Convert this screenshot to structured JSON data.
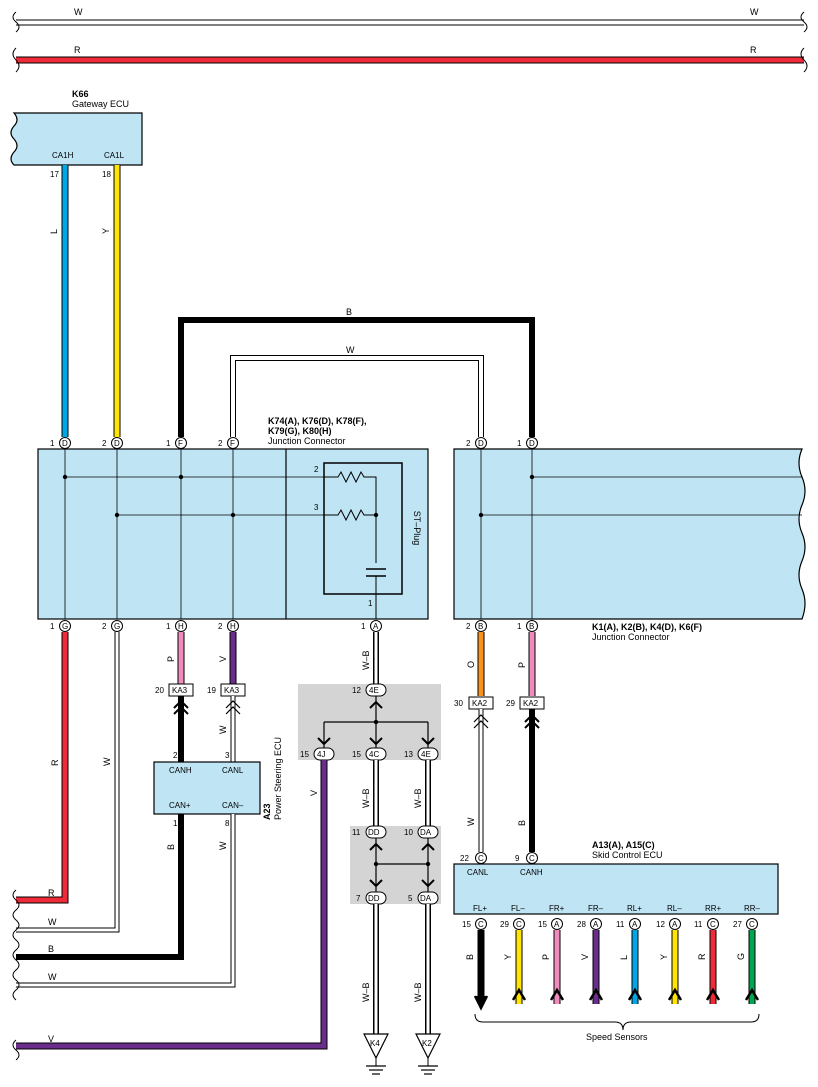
{
  "colors": {
    "ecu_fill": "#bfe5f5",
    "B": "#000000",
    "W": "#ffffff",
    "R": "#ef2b3a",
    "L": "#00a7e7",
    "Y": "#ffe500",
    "P": "#f08cbc",
    "V": "#6b2d8c",
    "G": "#00a651",
    "O": "#f7941d",
    "shade": "#d4d4d4"
  },
  "bus": {
    "top_color": "W",
    "red_color": "R"
  },
  "gateway": {
    "id": "K66",
    "name": "Gateway ECU",
    "pin1_label": "CA1H",
    "pin2_label": "CA1L",
    "pin1_no": "17",
    "pin2_no": "18",
    "wire1": "L",
    "wire2": "Y"
  },
  "jc_left": {
    "id_line1": "K74(A), K76(D), K78(F),",
    "id_line2": "K79(G), K80(H)",
    "name": "Junction Connector",
    "stplug": "ST–Plug",
    "top_pins": [
      {
        "no": "1",
        "c": "D"
      },
      {
        "no": "2",
        "c": "D"
      },
      {
        "no": "1",
        "c": "F"
      },
      {
        "no": "2",
        "c": "F"
      }
    ],
    "bottom_pins": [
      {
        "no": "1",
        "c": "G"
      },
      {
        "no": "2",
        "c": "G"
      },
      {
        "no": "1",
        "c": "H"
      },
      {
        "no": "2",
        "c": "H"
      },
      {
        "no": "1",
        "c": "A"
      }
    ],
    "res_pins": [
      "2",
      "3",
      "1"
    ]
  },
  "top_wires": {
    "b": "B",
    "w": "W"
  },
  "jc_right": {
    "id": "K1(A), K2(B), K4(D), K6(F)",
    "name": "Junction Connector",
    "top_pins": [
      {
        "no": "2",
        "c": "D"
      },
      {
        "no": "1",
        "c": "D"
      }
    ],
    "bottom_pins": [
      {
        "no": "2",
        "c": "B"
      },
      {
        "no": "1",
        "c": "B"
      }
    ]
  },
  "wires_left": {
    "red": "R",
    "white": "W",
    "pink": "P",
    "violet": "V",
    "black_down": "B",
    "white_down": "W",
    "ka3_w": "W",
    "wb": "W–B"
  },
  "ka3": [
    {
      "no": "20",
      "c": "KA3"
    },
    {
      "no": "19",
      "c": "KA3"
    }
  ],
  "ps_ecu": {
    "id": "A23",
    "name": "Power Steering ECU",
    "canh": "CANH",
    "canl": "CANL",
    "canp": "CAN+",
    "canm": "CAN–",
    "pin_top1": "2",
    "pin_top2": "3",
    "pin_bot1": "1",
    "pin_bot2": "8"
  },
  "splice1": {
    "top": {
      "no": "12",
      "c": "4E"
    },
    "outs": [
      {
        "no": "15",
        "c": "4J"
      },
      {
        "no": "15",
        "c": "4C"
      },
      {
        "no": "13",
        "c": "4E"
      }
    ]
  },
  "splice2": {
    "top": [
      {
        "no": "11",
        "c": "DD"
      },
      {
        "no": "10",
        "c": "DA"
      }
    ],
    "bottom": [
      {
        "no": "7",
        "c": "DD"
      },
      {
        "no": "5",
        "c": "DA"
      }
    ]
  },
  "grounds": [
    "K4",
    "K2"
  ],
  "ka2": [
    {
      "no": "30",
      "c": "KA2"
    },
    {
      "no": "29",
      "c": "KA2"
    }
  ],
  "right_wires": {
    "o": "O",
    "p": "P",
    "w": "W",
    "b": "B"
  },
  "skid": {
    "id": "A13(A), A15(C)",
    "name": "Skid Control ECU",
    "canl": "CANL",
    "canh": "CANH",
    "canl_pin": {
      "no": "22",
      "c": "C"
    },
    "canh_pin": {
      "no": "9",
      "c": "C"
    },
    "sensors": [
      {
        "label": "FL+",
        "no": "15",
        "c": "C",
        "wire": "B"
      },
      {
        "label": "FL–",
        "no": "29",
        "c": "C",
        "wire": "Y"
      },
      {
        "label": "FR+",
        "no": "15",
        "c": "A",
        "wire": "P"
      },
      {
        "label": "FR–",
        "no": "28",
        "c": "A",
        "wire": "V"
      },
      {
        "label": "RL+",
        "no": "11",
        "c": "A",
        "wire": "L"
      },
      {
        "label": "RL–",
        "no": "12",
        "c": "A",
        "wire": "Y"
      },
      {
        "label": "RR+",
        "no": "11",
        "c": "C",
        "wire": "R"
      },
      {
        "label": "RR–",
        "no": "27",
        "c": "C",
        "wire": "G"
      }
    ],
    "speed_sensors": "Speed Sensors"
  },
  "left_edge": {
    "r": "R",
    "w1": "W",
    "b": "B",
    "w2": "W",
    "v": "V"
  }
}
